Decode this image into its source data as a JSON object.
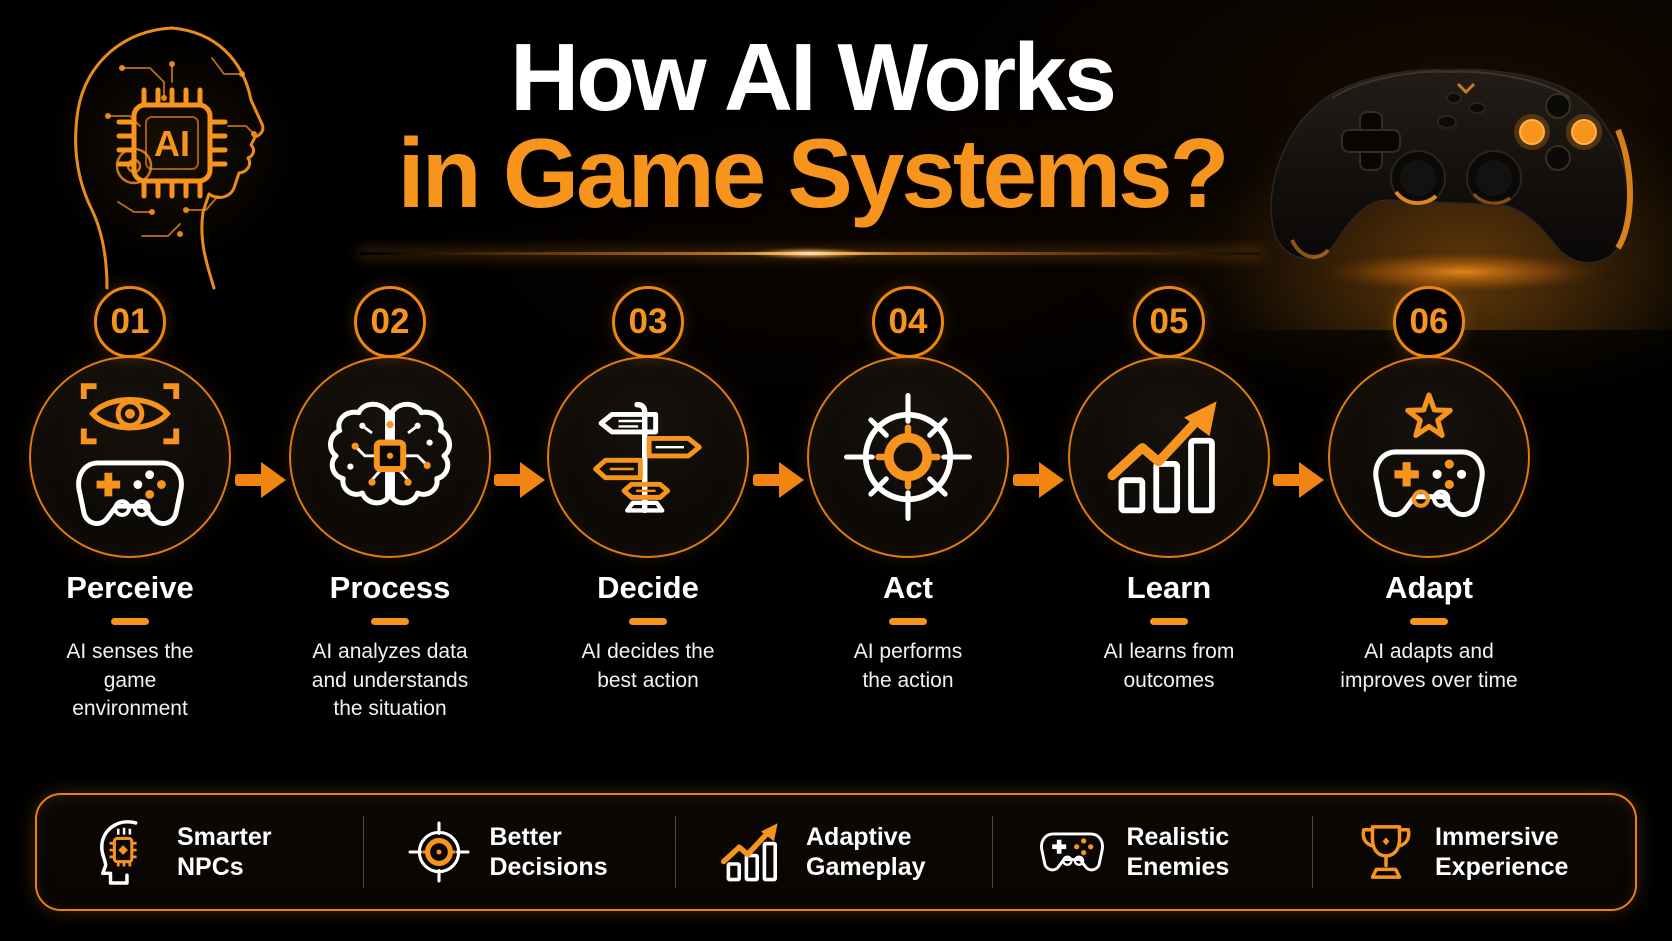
{
  "title": {
    "line1": "How AI Works",
    "line2": "in Game Systems?"
  },
  "hero": {
    "ai_label": "AI"
  },
  "colors": {
    "background": "#000000",
    "accent": "#F7941D",
    "accent_deep": "#E07C0F",
    "text_white": "#FFFFFF",
    "divider_gray": "#4A4A4A"
  },
  "steps": [
    {
      "number": "01",
      "title": "Perceive",
      "description": "AI senses the game environment",
      "icon": "eye-scan-gamepad-icon"
    },
    {
      "number": "02",
      "title": "Process",
      "description": "AI analyzes data and understands the situation",
      "icon": "circuit-brain-icon"
    },
    {
      "number": "03",
      "title": "Decide",
      "description": "AI decides the best action",
      "icon": "signpost-icon"
    },
    {
      "number": "04",
      "title": "Act",
      "description": "AI performs the action",
      "icon": "crosshair-icon"
    },
    {
      "number": "05",
      "title": "Learn",
      "description": "AI learns from outcomes",
      "icon": "growth-chart-icon"
    },
    {
      "number": "06",
      "title": "Adapt",
      "description": "AI adapts and improves over time",
      "icon": "star-gamepad-icon"
    }
  ],
  "benefits": [
    {
      "label": "Smarter NPCs",
      "icon": "head-chip-icon"
    },
    {
      "label": "Better Decisions",
      "icon": "target-icon"
    },
    {
      "label": "Adaptive Gameplay",
      "icon": "growth-chart-icon"
    },
    {
      "label": "Realistic Enemies",
      "icon": "gamepad-icon"
    },
    {
      "label": "Immersive Experience",
      "icon": "trophy-icon"
    }
  ]
}
